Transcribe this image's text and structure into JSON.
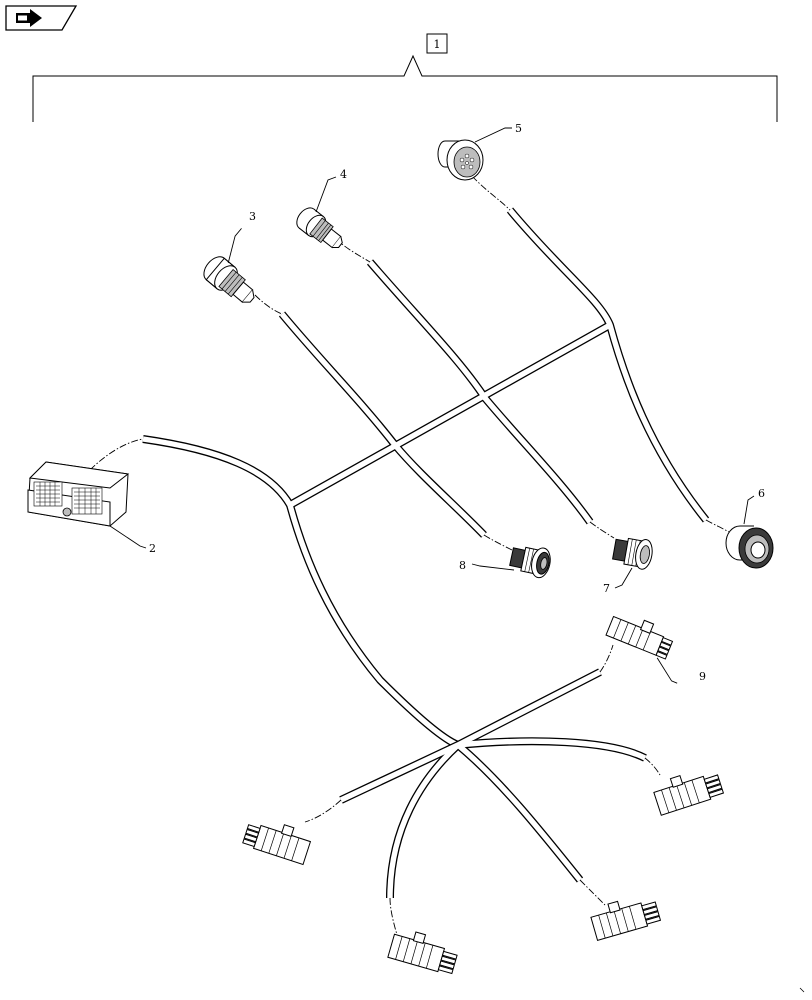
{
  "nav": {
    "icon": "next-page-arrow-icon"
  },
  "assembly": {
    "item": "1"
  },
  "callouts": {
    "c2": "2",
    "c3": "3",
    "c4": "4",
    "c5": "5",
    "c6": "6",
    "c7": "7",
    "c8": "8",
    "c9": "9"
  }
}
